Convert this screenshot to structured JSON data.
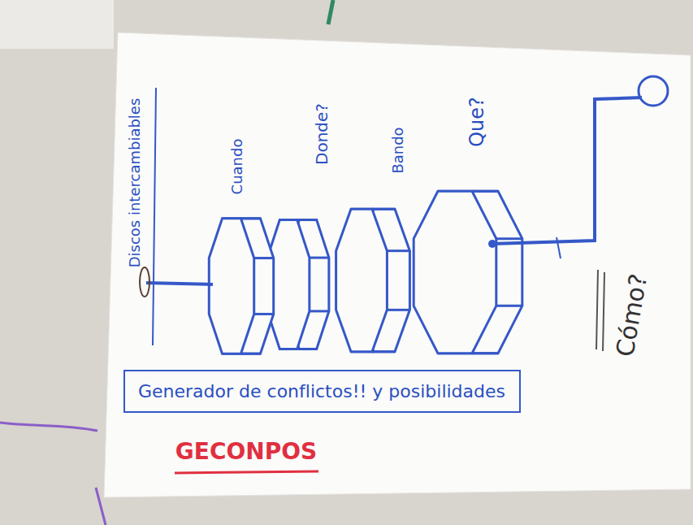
{
  "diagram": {
    "nodes": [
      {
        "text": [
          "Generador de conflictos!! y posibilidades"
        ]
      }
    ],
    "labels": [
      "Discos intercambiables",
      "Cuando",
      "Donde?",
      "Bando",
      "Que?",
      "Cómo?",
      "GECONPOS"
    ]
  }
}
